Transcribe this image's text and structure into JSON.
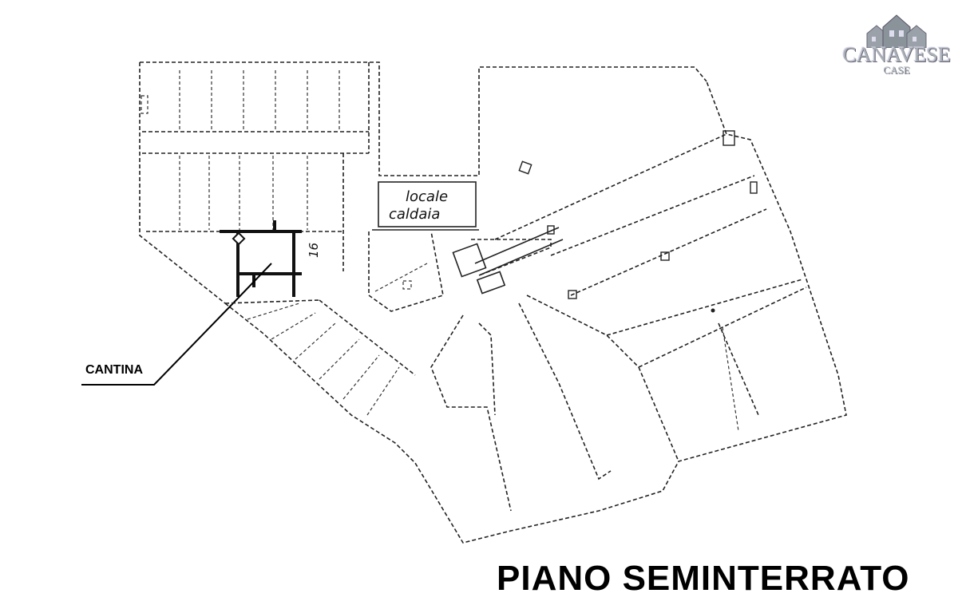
{
  "plan": {
    "title": "PIANO SEMINTERRATO",
    "unit_label": "CANTINA",
    "boiler_room_line1": "locale",
    "boiler_room_line2": "caldaia",
    "unit_number": "16"
  },
  "logo": {
    "word": "CANAVESE",
    "sub": "CASE",
    "icon": "houses-icon"
  }
}
